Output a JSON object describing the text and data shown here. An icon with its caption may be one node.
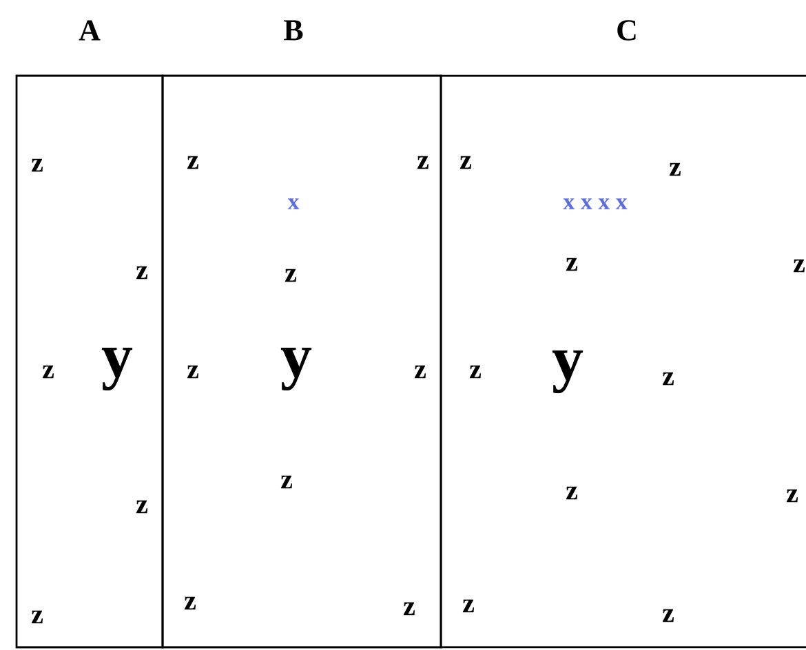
{
  "diagram": {
    "nodes": [
      {
        "text": [
          "A",
          "z",
          "z",
          "z",
          "y",
          "z",
          "z"
        ]
      },
      {
        "text": [
          "B",
          "z",
          "x",
          "z",
          "z",
          "z",
          "y",
          "z",
          "z",
          "z",
          "z"
        ]
      },
      {
        "text": [
          "C",
          "z",
          "x x x x",
          "z",
          "z",
          "z",
          "z",
          "y",
          "z",
          "z",
          "z",
          "z",
          "z"
        ]
      }
    ]
  }
}
